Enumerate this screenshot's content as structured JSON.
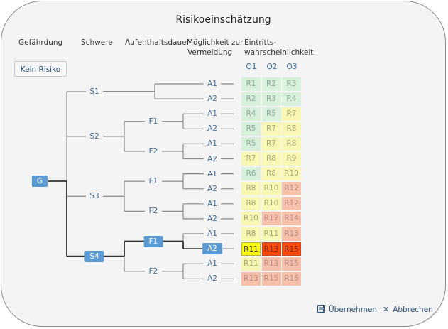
{
  "dialog": {
    "title": "Risikoeinschätzung"
  },
  "columns": {
    "gefaehrdung": "Gefährdung",
    "schwere": "Schwere",
    "aufenthaltsdauer": "Aufenthaltsdauer",
    "vermeidung_1": "Möglichkeit zur",
    "vermeidung_2": "Vermeidung",
    "eintritt_1": "Eintritts-",
    "eintritt_2": "wahrscheinlichkeit"
  },
  "kein_risiko_label": "Kein Risiko",
  "probability_headers": [
    "O1",
    "O2",
    "O3"
  ],
  "tree": {
    "root": "G",
    "selected_path": [
      "G",
      "S4",
      "F1",
      "A2"
    ],
    "severities": [
      {
        "label": "S1",
        "branches": [
          {
            "label": null,
            "avoid": [
              {
                "label": "A1",
                "risks": [
                  "R1",
                  "R2",
                  "R3"
                ],
                "levels": [
                  "g",
                  "g",
                  "g"
                ]
              },
              {
                "label": "A2",
                "risks": [
                  "R2",
                  "R3",
                  "R4"
                ],
                "levels": [
                  "g",
                  "g",
                  "g"
                ]
              }
            ]
          }
        ]
      },
      {
        "label": "S2",
        "branches": [
          {
            "label": "F1",
            "avoid": [
              {
                "label": "A1",
                "risks": [
                  "R4",
                  "R5",
                  "R7"
                ],
                "levels": [
                  "g",
                  "g",
                  "y"
                ]
              },
              {
                "label": "A2",
                "risks": [
                  "R5",
                  "R7",
                  "R8"
                ],
                "levels": [
                  "g",
                  "y",
                  "y"
                ]
              }
            ]
          },
          {
            "label": "F2",
            "avoid": [
              {
                "label": "A1",
                "risks": [
                  "R5",
                  "R7",
                  "R8"
                ],
                "levels": [
                  "g",
                  "y",
                  "y"
                ]
              },
              {
                "label": "A2",
                "risks": [
                  "R7",
                  "R8",
                  "R9"
                ],
                "levels": [
                  "y",
                  "y",
                  "y"
                ]
              }
            ]
          }
        ]
      },
      {
        "label": "S3",
        "branches": [
          {
            "label": "F1",
            "avoid": [
              {
                "label": "A1",
                "risks": [
                  "R6",
                  "R8",
                  "R10"
                ],
                "levels": [
                  "g",
                  "y",
                  "y"
                ]
              },
              {
                "label": "A2",
                "risks": [
                  "R8",
                  "R10",
                  "R12"
                ],
                "levels": [
                  "y",
                  "y",
                  "r"
                ]
              }
            ]
          },
          {
            "label": "F2",
            "avoid": [
              {
                "label": "A1",
                "risks": [
                  "R8",
                  "R10",
                  "R12"
                ],
                "levels": [
                  "y",
                  "y",
                  "r"
                ]
              },
              {
                "label": "A2",
                "risks": [
                  "R10",
                  "R12",
                  "R14"
                ],
                "levels": [
                  "y",
                  "r",
                  "r"
                ]
              }
            ]
          }
        ]
      },
      {
        "label": "S4",
        "branches": [
          {
            "label": "F1",
            "avoid": [
              {
                "label": "A1",
                "risks": [
                  "R8",
                  "R11",
                  "R13"
                ],
                "levels": [
                  "y",
                  "y",
                  "r"
                ]
              },
              {
                "label": "A2",
                "risks": [
                  "R11",
                  "R13",
                  "R15"
                ],
                "levels": [
                  "Y",
                  "R",
                  "R"
                ]
              }
            ]
          },
          {
            "label": "F2",
            "avoid": [
              {
                "label": "A1",
                "risks": [
                  "R11",
                  "R13",
                  "R15"
                ],
                "levels": [
                  "y",
                  "r",
                  "r"
                ]
              },
              {
                "label": "A2",
                "risks": [
                  "R13",
                  "R15",
                  "R16"
                ],
                "levels": [
                  "r",
                  "r",
                  "r"
                ]
              }
            ]
          }
        ]
      }
    ]
  },
  "footer": {
    "apply_label": "Übernehmen",
    "cancel_label": "Abbrechen"
  },
  "colors": {
    "selected_node": "#5b9bd5",
    "low": "#d8f0dc",
    "medium": "#f8f7b4",
    "high": "#f6c0aa",
    "selected_medium": "#ffff00",
    "selected_high": "#ff4a0a"
  }
}
